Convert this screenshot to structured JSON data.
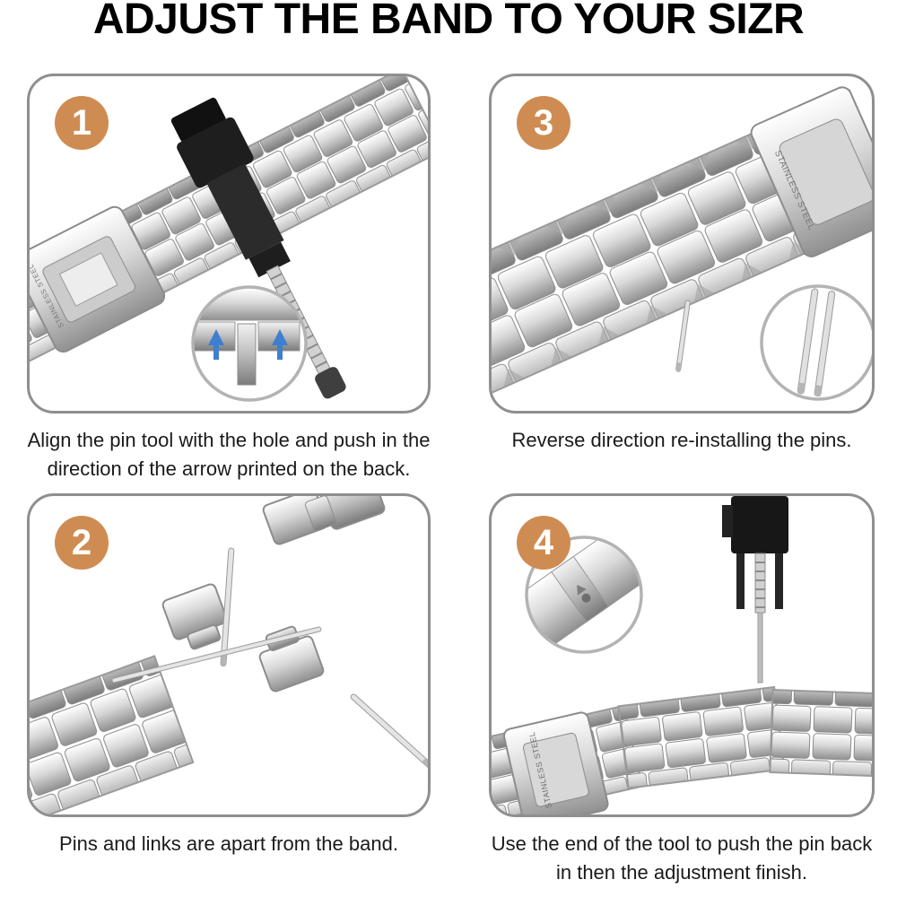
{
  "title": "ADJUST THE BAND TO YOUR SIZR",
  "engraving": "STAINLESS STEEL",
  "colors": {
    "badge_orange": "#cf8c52",
    "panel_border": "#8f8f8f",
    "caption_text": "#1a1a1a",
    "arrow_blue": "#3f7fd0",
    "tool_black": "#1c1c1c",
    "metal_light": "#e8e8e8",
    "metal_dark": "#8a8a8a"
  },
  "panels": [
    {
      "number": "1",
      "caption": "Align the pin tool with the hole and push in the direction of the arrow printed on the back."
    },
    {
      "number": "3",
      "caption": "Reverse direction re-installing the pins."
    },
    {
      "number": "2",
      "caption": "Pins and links are apart from the band."
    },
    {
      "number": "4",
      "caption": "Use the end of the tool to push the pin back in then the adjustment finish."
    }
  ]
}
